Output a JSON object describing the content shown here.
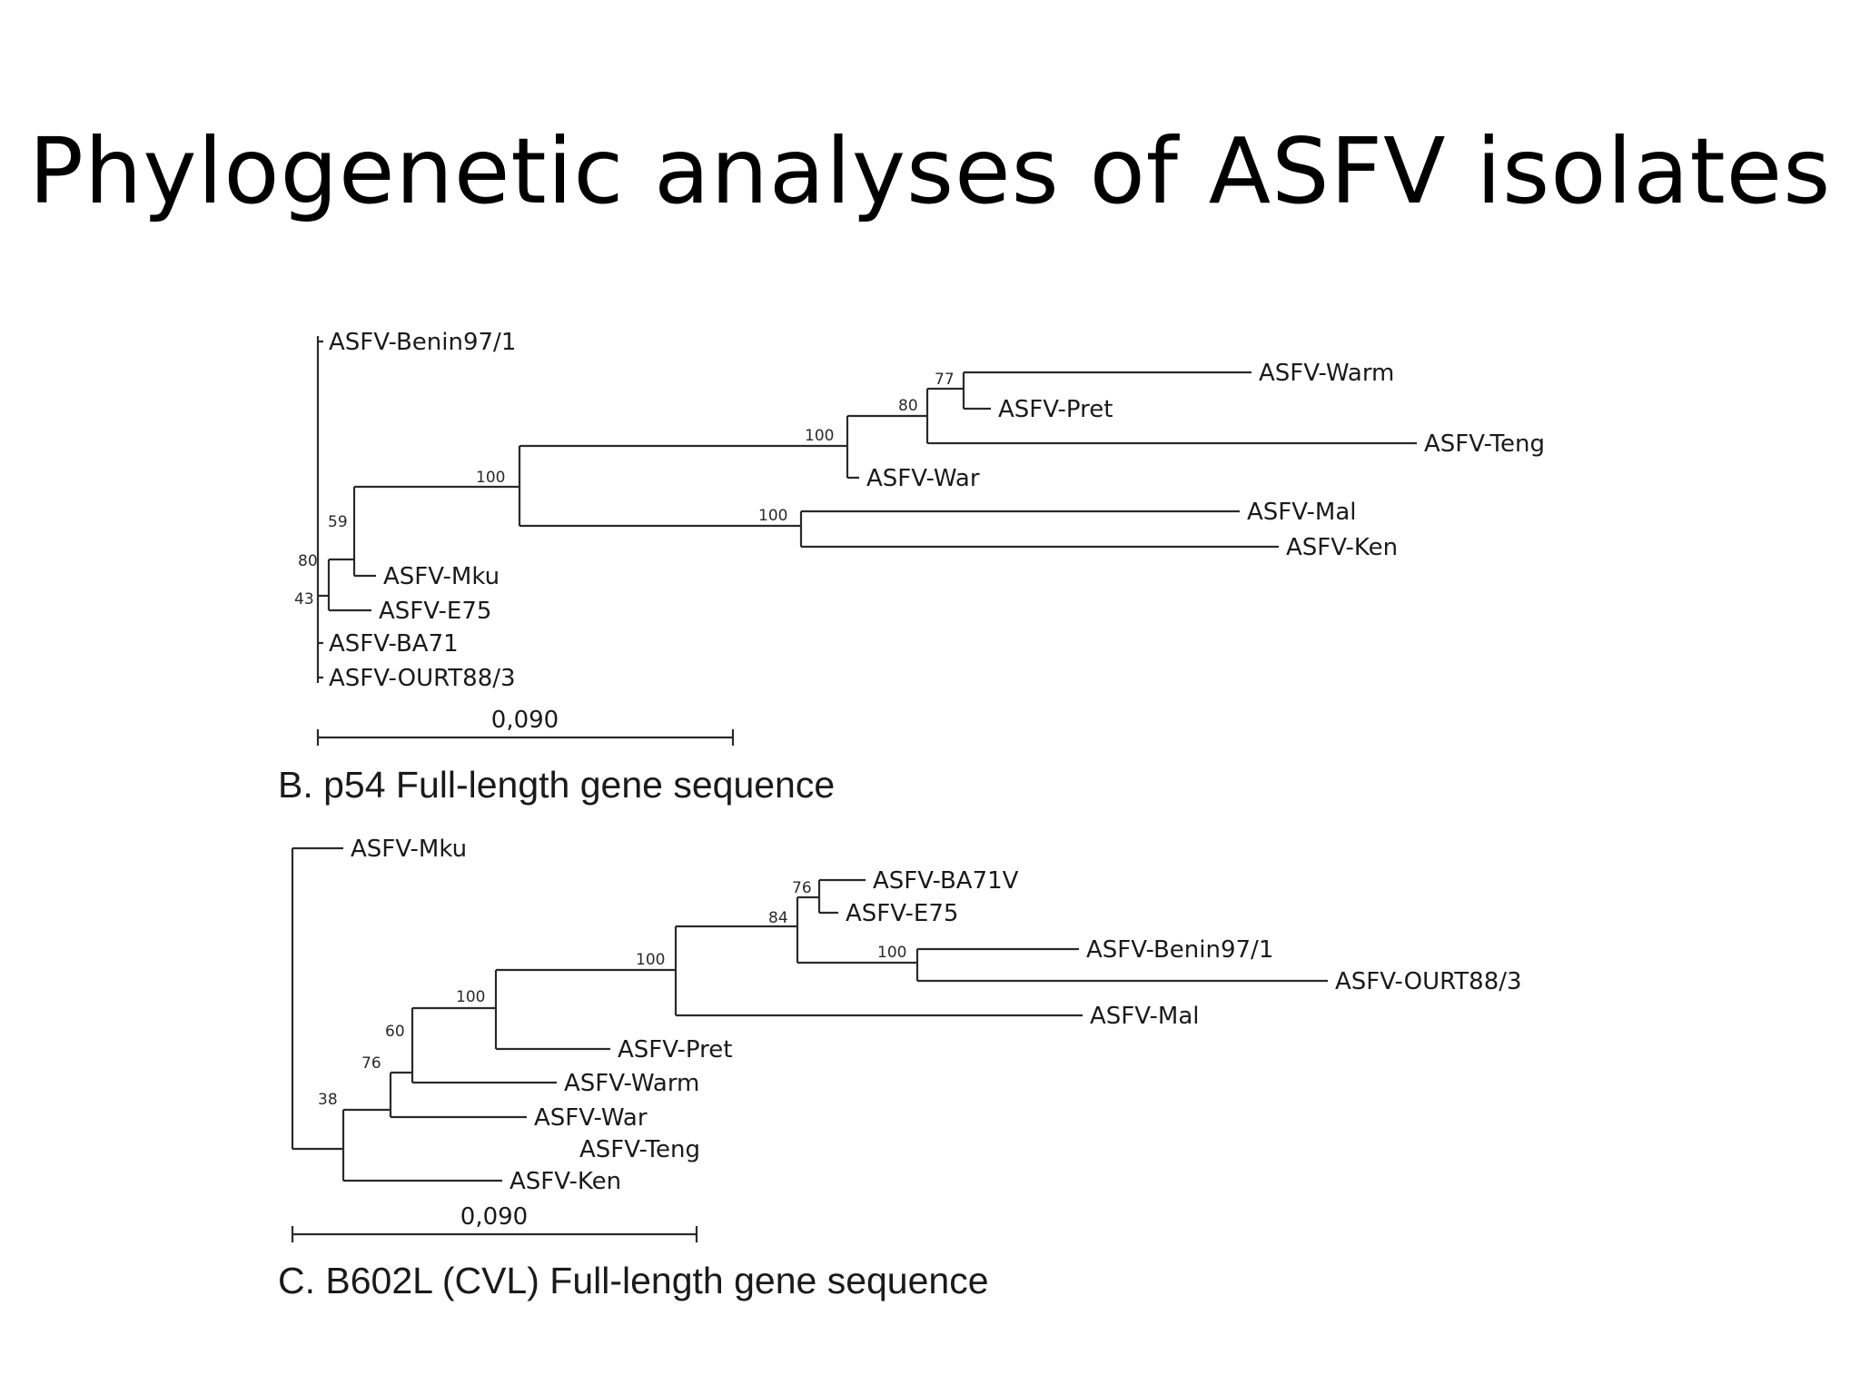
{
  "title": "Phylogenetic analyses of ASFV isolates",
  "trees": [
    {
      "id": "b",
      "caption": "B.  p54 Full-length gene sequence",
      "scale_label": "0,090",
      "leaves": [
        "ASFV-Benin97/1",
        "ASFV-Warm",
        "ASFV-Pret",
        "ASFV-Teng",
        "ASFV-War",
        "ASFV-Mal",
        "ASFV-Ken",
        "ASFV-Mku",
        "ASFV-E75",
        "ASFV-BA71",
        "ASFV-OURT88/3"
      ],
      "support_values": [
        "77",
        "80",
        "100",
        "100",
        "100",
        "59",
        "80",
        "43"
      ]
    },
    {
      "id": "c",
      "caption": "C. B602L (CVL) Full-length gene sequence",
      "scale_label": "0,090",
      "leaves": [
        "ASFV-Mku",
        "ASFV-BA71V",
        "ASFV-E75",
        "ASFV-Benin97/1",
        "ASFV-OURT88/3",
        "ASFV-Mal",
        "ASFV-Pret",
        "ASFV-Warm",
        "ASFV-War",
        "ASFV-Teng",
        "ASFV-Ken"
      ],
      "support_values": [
        "76",
        "84",
        "100",
        "100",
        "100",
        "60",
        "76",
        "38"
      ]
    }
  ]
}
